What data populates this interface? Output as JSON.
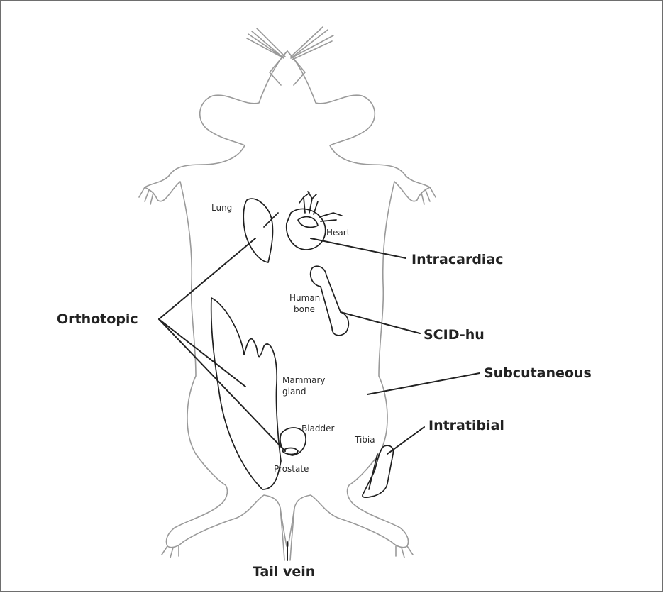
{
  "organ_labels": {
    "lung": "Lung",
    "heart": "Heart",
    "human_bone_line1": "Human",
    "human_bone_line2": "bone",
    "mammary_line1": "Mammary",
    "mammary_line2": "gland",
    "bladder": "Bladder",
    "prostate": "Prostate",
    "tibia": "Tibia"
  },
  "injection_routes": {
    "orthotopic": "Orthotopic",
    "intracardiac": "Intracardiac",
    "scid_hu": "SCID-hu",
    "subcutaneous": "Subcutaneous",
    "intratibial": "Intratibial",
    "tail_vein": "Tail vein"
  },
  "colors": {
    "mouse_outline": "#9a9a9a",
    "organ_stroke": "#1f1f1f",
    "pointer_line": "#222222"
  }
}
